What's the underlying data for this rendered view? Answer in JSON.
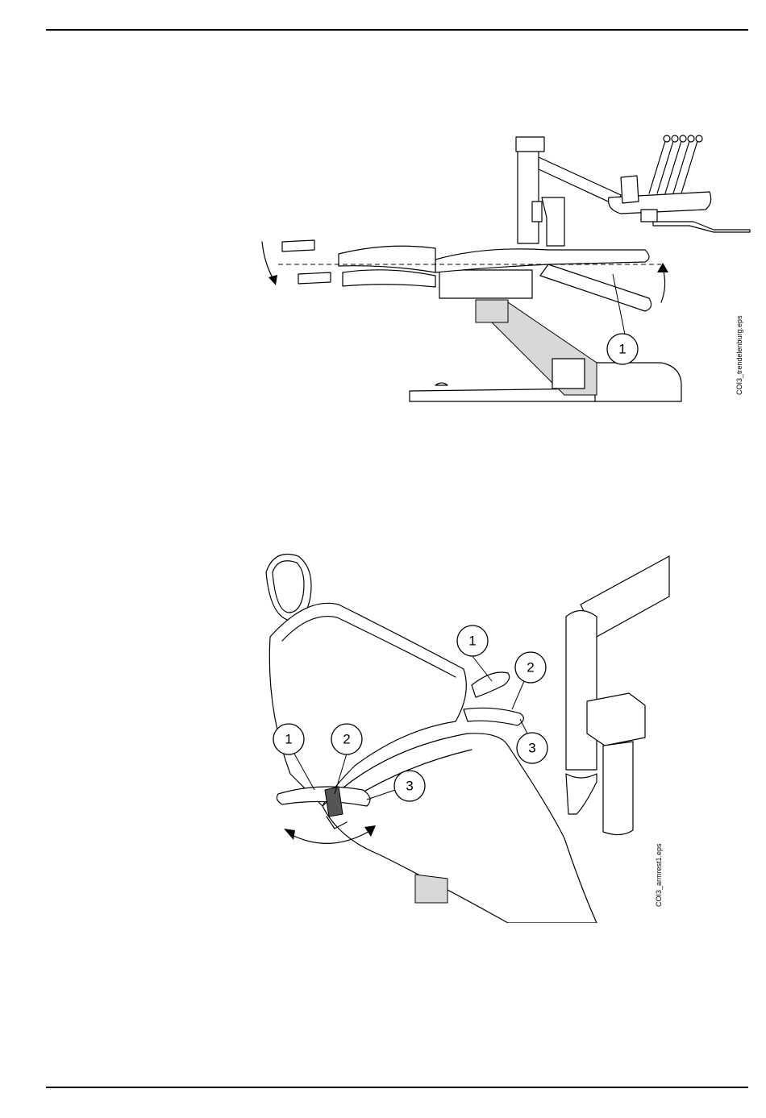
{
  "figure1": {
    "filename": "COI3_trendelenburg.eps",
    "callouts": [
      "1"
    ]
  },
  "figure2": {
    "filename": "COI3_armrest1.eps",
    "callouts": [
      "1",
      "2",
      "3",
      "1",
      "2",
      "3"
    ]
  }
}
